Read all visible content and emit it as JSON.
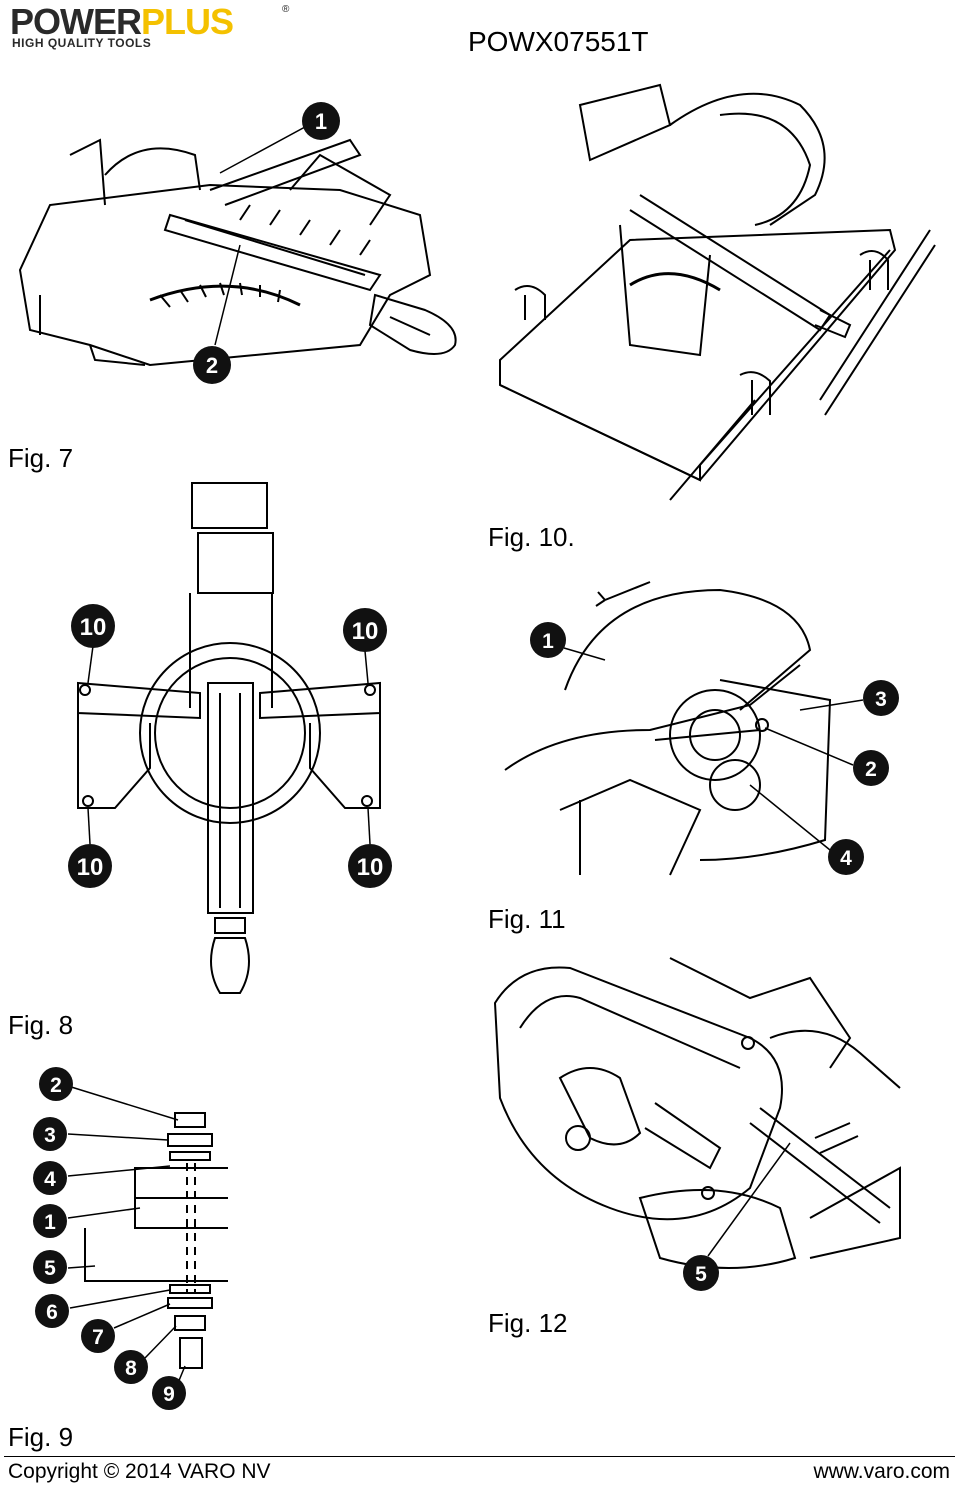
{
  "header": {
    "logo_power": "POWER",
    "logo_plus": "PLUS",
    "logo_reg": "®",
    "logo_tagline": "HIGH QUALITY TOOLS",
    "model": "POWX07551T"
  },
  "figures": {
    "fig7": {
      "label": "Fig. 7",
      "callouts": [
        "1",
        "2"
      ]
    },
    "fig8": {
      "label": "Fig. 8",
      "callouts": [
        "10",
        "10",
        "10",
        "10"
      ]
    },
    "fig9": {
      "label": "Fig. 9",
      "callouts": [
        "2",
        "3",
        "4",
        "1",
        "5",
        "6",
        "7",
        "8",
        "9"
      ]
    },
    "fig10": {
      "label": "Fig. 10."
    },
    "fig11": {
      "label": "Fig. 11",
      "callouts": [
        "1",
        "3",
        "2",
        "4"
      ]
    },
    "fig12": {
      "label": "Fig. 12",
      "callouts": [
        "5"
      ]
    }
  },
  "footer": {
    "copyright": "Copyright © 2014 VARO NV",
    "website": "www.varo.com"
  }
}
